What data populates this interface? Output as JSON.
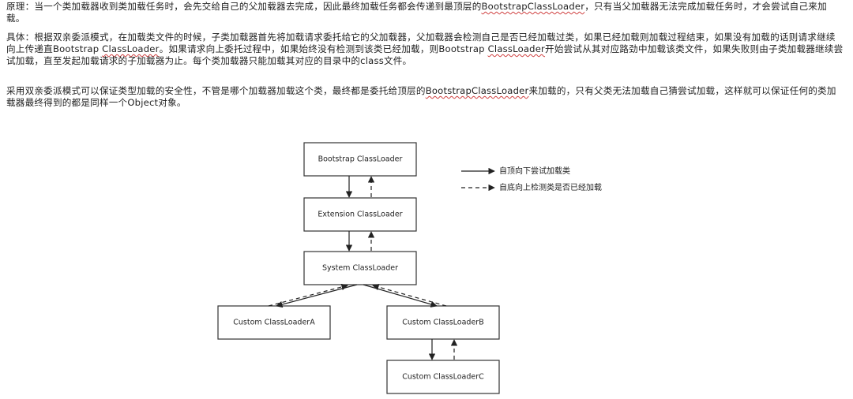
{
  "paragraphs": {
    "principle": {
      "before": "原理：当一个类加载器收到类加载任务时，会先交给自己的父加载器去完成，因此最终加载任务都会传递到最顶层的",
      "link": "BootstrapClassLoader",
      "after": "，只有当父加载器无法完成加载任务时，才会尝试自己来加载。"
    },
    "detail": {
      "before": "具体：根据双亲委派模式，在加载类文件的时候，子类加载器首先将加载请求委托给它的父加载器，父加载器会检测自己是否已经加载过类，如果已经加载则加载过程结束，如果没有加载的话则请求继续向上传递直Bootstrap ",
      "link1": "ClassLoader",
      "middle": "。如果请求向上委托过程中，如果始终没有检测到该类已经加载，则Bootstrap ",
      "link2": "ClassLoader",
      "after": "开始尝试从其对应路劲中加载该类文件，如果失败则由子类加载器继续尝试加载，直至发起加载请求的子加载器为止。每个类加载器只能加载其对应的目录中的class文件。"
    },
    "safety": {
      "before": "采用双亲委派模式可以保证类型加载的安全性，不管是哪个加载器加载这个类，最终都是委托给顶层的",
      "link": "BootstrapClassLoader",
      "after": "来加载的，只有父类无法加载自己猜尝试加载，这样就可以保证任何的类加载器最终得到的都是同样一个Object对象。"
    }
  },
  "diagram": {
    "nodes": {
      "bootstrap": "Bootstrap ClassLoader",
      "extension": "Extension ClassLoader",
      "system": "System ClassLoader",
      "custom_a": "Custom ClassLoaderA",
      "custom_b": "Custom ClassLoaderB",
      "custom_c": "Custom ClassLoaderC"
    },
    "legend": {
      "solid": "自顶向下尝试加载类",
      "dashed": "自底向上检测类是否已经加载"
    }
  }
}
